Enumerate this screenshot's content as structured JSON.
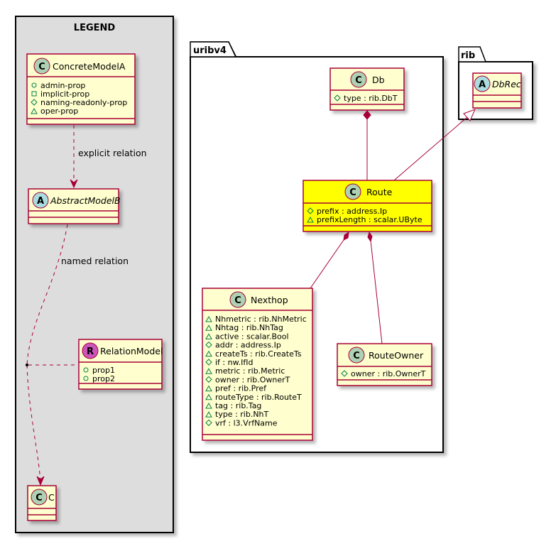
{
  "legend": {
    "title": "LEGEND",
    "concrete": {
      "badge": "C",
      "name": "ConcreteModelA",
      "attrs": [
        {
          "vis": "public",
          "text": "admin-prop"
        },
        {
          "vis": "private",
          "text": "implicit-prop"
        },
        {
          "vis": "protected",
          "text": "naming-readonly-prop"
        },
        {
          "vis": "package",
          "text": "oper-prop"
        }
      ]
    },
    "abstract": {
      "badge": "A",
      "name": "AbstractModelB"
    },
    "relation_model": {
      "badge": "R",
      "name": "RelationModel",
      "attrs": [
        {
          "vis": "public",
          "text": "prop1"
        },
        {
          "vis": "public",
          "text": "prop2"
        }
      ]
    },
    "c_class": {
      "badge": "C",
      "name": "C"
    },
    "explicit_label": "explicit relation",
    "named_label": "named relation"
  },
  "packages": {
    "uribv4": "uribv4",
    "rib": "rib"
  },
  "db": {
    "badge": "C",
    "name": "Db",
    "attrs": [
      {
        "vis": "protected",
        "text": "type : rib.DbT"
      }
    ]
  },
  "dbrec": {
    "badge": "A",
    "name": "DbRec"
  },
  "route": {
    "badge": "C",
    "name": "Route",
    "attrs": [
      {
        "vis": "protected",
        "text": "prefix : address.Ip"
      },
      {
        "vis": "package",
        "text": "prefixLength : scalar.UByte"
      }
    ]
  },
  "nexthop": {
    "badge": "C",
    "name": "Nexthop",
    "attrs": [
      {
        "vis": "package",
        "text": "Nhmetric : rib.NhMetric"
      },
      {
        "vis": "package",
        "text": "Nhtag : rib.NhTag"
      },
      {
        "vis": "package",
        "text": "active : scalar.Bool"
      },
      {
        "vis": "protected",
        "text": "addr : address.Ip"
      },
      {
        "vis": "package",
        "text": "createTs : rib.CreateTs"
      },
      {
        "vis": "protected",
        "text": "if : nw.IfId"
      },
      {
        "vis": "package",
        "text": "metric : rib.Metric"
      },
      {
        "vis": "protected",
        "text": "owner : rib.OwnerT"
      },
      {
        "vis": "package",
        "text": "pref : rib.Pref"
      },
      {
        "vis": "package",
        "text": "routeType : rib.RouteT"
      },
      {
        "vis": "package",
        "text": "tag : rib.Tag"
      },
      {
        "vis": "package",
        "text": "type : rib.NhT"
      },
      {
        "vis": "protected",
        "text": "vrf : l3.VrfName"
      }
    ]
  },
  "routeowner": {
    "badge": "C",
    "name": "RouteOwner",
    "attrs": [
      {
        "vis": "protected",
        "text": "owner : rib.OwnerT"
      }
    ]
  },
  "colors": {
    "class_fill": "#FEFECE",
    "border": "#A80036",
    "highlight": "#FFFF00",
    "badge_c": "#ADD1B2",
    "badge_a": "#A9DCDF",
    "badge_r": "#CC55BB",
    "legend_bg": "#DDDDDD"
  }
}
